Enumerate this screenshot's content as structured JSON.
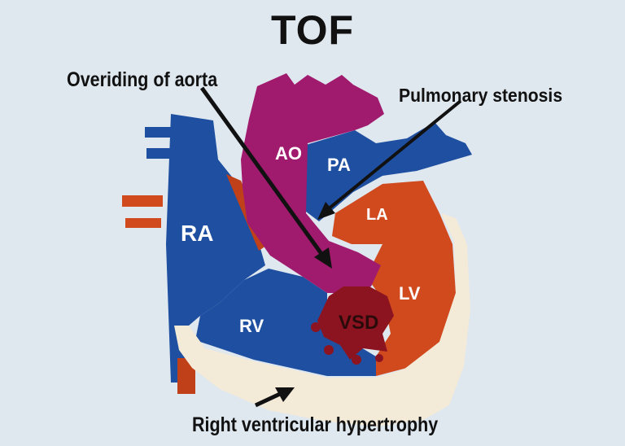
{
  "title": "TOF",
  "callouts": {
    "overriding_aorta": "Overiding of aorta",
    "pulmonary_stenosis": "Pulmonary stenosis",
    "rv_hypertrophy": "Right ventricular hypertrophy"
  },
  "regions": {
    "ao": "AO",
    "pa": "PA",
    "ra": "RA",
    "la": "LA",
    "rv": "RV",
    "lv": "LV",
    "vsd": "VSD"
  },
  "colors": {
    "background": "#dfe7ef",
    "deoxygenated": "#1e4fa0",
    "oxygenated": "#d04a1e",
    "aorta": "#a01a6e",
    "muscle": "#f4ead8",
    "vsd": "#8c1420"
  }
}
